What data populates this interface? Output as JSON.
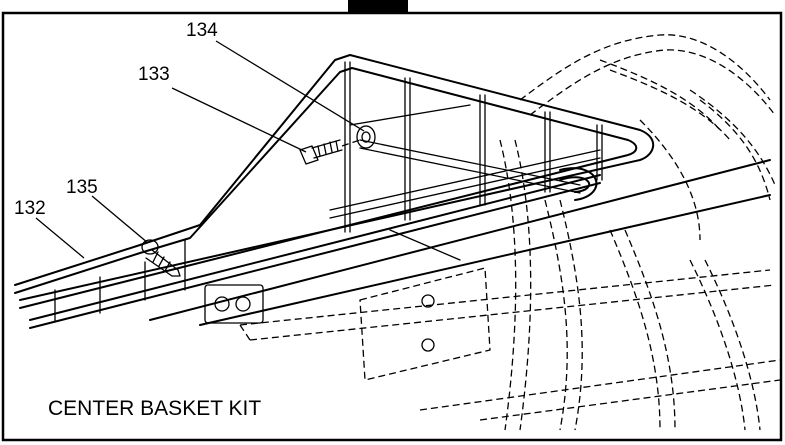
{
  "callouts": {
    "part_132": "132",
    "part_133": "133",
    "part_134": "134",
    "part_135": "135"
  },
  "caption": "CENTER BASKET KIT"
}
